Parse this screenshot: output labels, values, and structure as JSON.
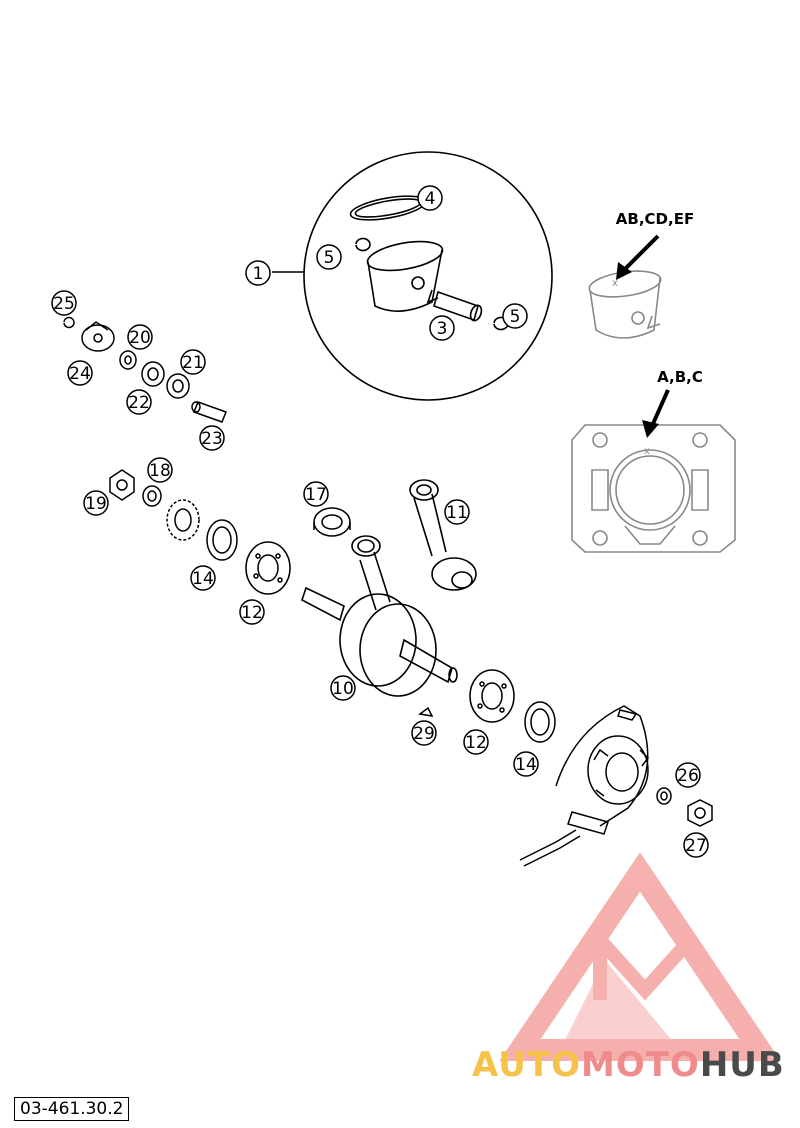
{
  "diagram": {
    "callouts": [
      {
        "id": "c1",
        "label": "1"
      },
      {
        "id": "c3",
        "label": "3"
      },
      {
        "id": "c4",
        "label": "4"
      },
      {
        "id": "c5a",
        "label": "5"
      },
      {
        "id": "c5b",
        "label": "5"
      },
      {
        "id": "c10",
        "label": "10"
      },
      {
        "id": "c11",
        "label": "11"
      },
      {
        "id": "c12a",
        "label": "12"
      },
      {
        "id": "c12b",
        "label": "12"
      },
      {
        "id": "c14a",
        "label": "14"
      },
      {
        "id": "c14b",
        "label": "14"
      },
      {
        "id": "c17",
        "label": "17"
      },
      {
        "id": "c18",
        "label": "18"
      },
      {
        "id": "c19",
        "label": "19"
      },
      {
        "id": "c20",
        "label": "20"
      },
      {
        "id": "c21",
        "label": "21"
      },
      {
        "id": "c22",
        "label": "22"
      },
      {
        "id": "c23",
        "label": "23"
      },
      {
        "id": "c24",
        "label": "24"
      },
      {
        "id": "c25",
        "label": "25"
      },
      {
        "id": "c26",
        "label": "26"
      },
      {
        "id": "c27",
        "label": "27"
      },
      {
        "id": "c29",
        "label": "29"
      }
    ],
    "piston_marking_label": "AB,CD,EF",
    "cylinder_marking_label": "A,B,C",
    "reference_number": "03-461.30.2"
  },
  "watermark": {
    "text_part1": "AUTO",
    "text_part2": "MOTO",
    "text_part3": "HUB",
    "colors": {
      "auto": "#f6c34a",
      "moto": "#f08b8b",
      "hub": "#4a4a4a",
      "triangle": "#f4a3a0"
    }
  }
}
